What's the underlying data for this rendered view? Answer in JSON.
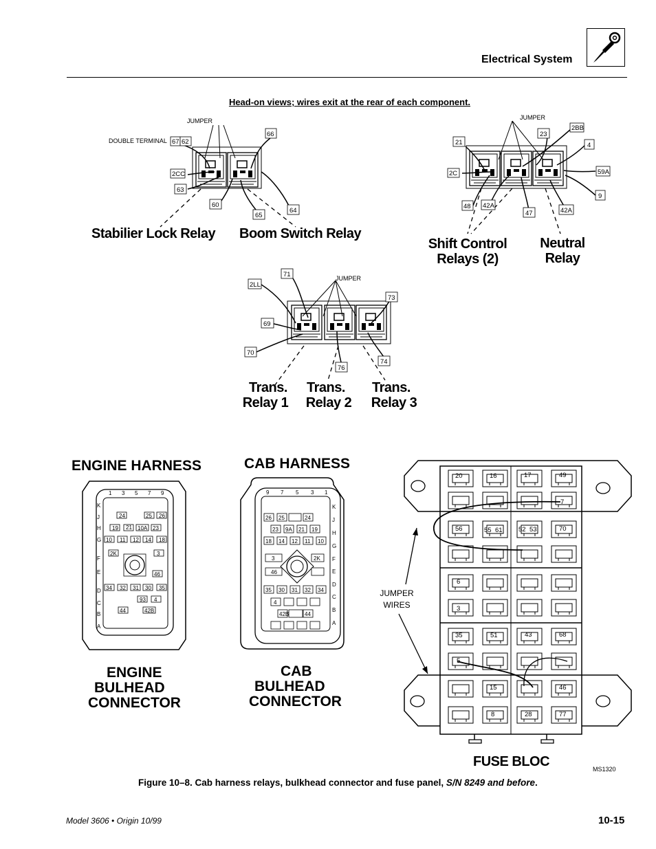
{
  "header": {
    "section_title": "Electrical System",
    "icon": "ring-terminal-icon"
  },
  "top_caption": "Head-on views; wires exit at the rear of each component.",
  "relay_labels": {
    "stabilier": "Stabilier Lock Relay",
    "boom": "Boom Switch Relay",
    "shift_line1": "Shift Control",
    "shift_line2": "Relays (2)",
    "neutral_line1": "Neutral",
    "neutral_line2": "Relay",
    "trans1_line1": "Trans.",
    "trans1_line2": "Relay 1",
    "trans2_line1": "Trans.",
    "trans2_line2": "Relay 2",
    "trans3_line1": "Trans.",
    "trans3_line2": "Relay 3"
  },
  "annotations": {
    "jumper": "JUMPER",
    "double_terminal": "DOUBLE TERMINAL",
    "jumper_wires_line1": "JUMPER",
    "jumper_wires_line2": "WIRES",
    "ms_code": "MS1320"
  },
  "wire_tags": {
    "group1": [
      "67",
      "62",
      "66",
      "2CC",
      "63",
      "60",
      "65",
      "64"
    ],
    "group2": [
      "21",
      "23",
      "2BB",
      "4",
      "2C",
      "59A",
      "9",
      "48",
      "42A",
      "47",
      "42A"
    ],
    "group3": [
      "71",
      "2LL",
      "73",
      "69",
      "70",
      "76",
      "74"
    ]
  },
  "harness_labels": {
    "engine_harness": "ENGINE HARNESS",
    "cab_harness": "CAB HARNESS",
    "engine_bulkhead_line1": "ENGINE",
    "engine_bulkhead_line2": "BULHEAD",
    "engine_bulkhead_line3": "CONNECTOR",
    "cab_bulkhead_line1": "CAB",
    "cab_bulkhead_line2": "BULHEAD",
    "cab_bulkhead_line3": "CONNECTOR",
    "fuse_bloc": "FUSE BLOC"
  },
  "engine_connector": {
    "cols_top": [
      "1",
      "3",
      "5",
      "7",
      "9"
    ],
    "rows_left": [
      "K",
      "J",
      "H",
      "G",
      "F",
      "E",
      "D",
      "C",
      "B",
      "A"
    ],
    "pins": [
      "24",
      "25",
      "26",
      "19",
      "21",
      "10A",
      "23",
      "10",
      "11",
      "12",
      "14",
      "18",
      "2K",
      "3",
      "46",
      "34",
      "32",
      "31",
      "30",
      "35",
      "93",
      "4",
      "44",
      "42B"
    ]
  },
  "cab_connector": {
    "cols_top": [
      "9",
      "7",
      "5",
      "3",
      "1"
    ],
    "rows_right": [
      "K",
      "J",
      "H",
      "G",
      "F",
      "E",
      "D",
      "C",
      "B",
      "A"
    ],
    "pins": [
      "26",
      "25",
      "24",
      "23",
      "9A",
      "21",
      "19",
      "18",
      "14",
      "12",
      "11",
      "10",
      "3",
      "2K",
      "46",
      "35",
      "30",
      "31",
      "32",
      "34",
      "4",
      "42B",
      "44"
    ]
  },
  "fuse_bloc": {
    "fuses": [
      "20",
      "16",
      "17",
      "49",
      "7",
      "56",
      "55",
      "61",
      "52",
      "53",
      "70",
      "6",
      "3",
      "35",
      "51",
      "43",
      "68",
      "5",
      "15",
      "46",
      "8",
      "28",
      "77"
    ]
  },
  "figure_caption": {
    "main": "Figure 10–8.  Cab harness relays, bulkhead connector and fuse panel, ",
    "italic": "S/N 8249 and before",
    "end": "."
  },
  "footer": {
    "left": "Model 3606 • Origin 10/99",
    "page": "10-15"
  }
}
